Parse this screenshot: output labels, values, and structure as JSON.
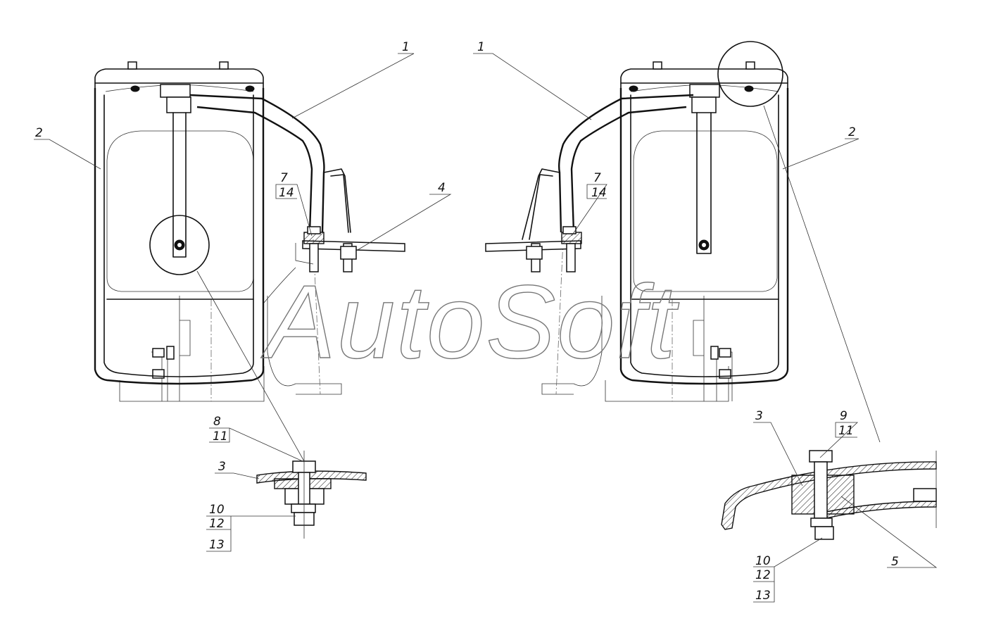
{
  "watermark": "AutoSoft",
  "callouts": {
    "left": {
      "part1": "1",
      "part2": "2",
      "part4": "4",
      "part7": "7",
      "part14": "14",
      "part8": "8",
      "part11": "11",
      "part3": "3",
      "part10": "10",
      "part12": "12",
      "part13": "13"
    },
    "right": {
      "part1": "1",
      "part2": "2",
      "part7": "7",
      "part14": "14",
      "part3": "3",
      "part9": "9",
      "part11": "11",
      "part5": "5",
      "part10": "10",
      "part12": "12",
      "part13": "13"
    }
  }
}
